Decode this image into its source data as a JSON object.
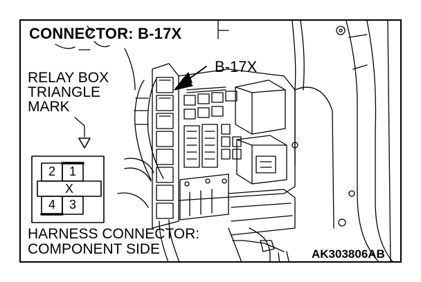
{
  "title": "CONNECTOR: B-17X",
  "callout_label": "B-17X",
  "relay_box_note": [
    "RELAY BOX",
    "TRIANGLE",
    "MARK"
  ],
  "harness_note": [
    "HARNESS CONNECTOR:",
    "COMPONENT SIDE"
  ],
  "figure_code": "AK303806AB",
  "connector_pins": {
    "top_left": "2",
    "top_right": "1",
    "middle": "X",
    "bottom_left": "4",
    "bottom_right": "3"
  },
  "colors": {
    "line": "#000000",
    "background": "#ffffff"
  }
}
